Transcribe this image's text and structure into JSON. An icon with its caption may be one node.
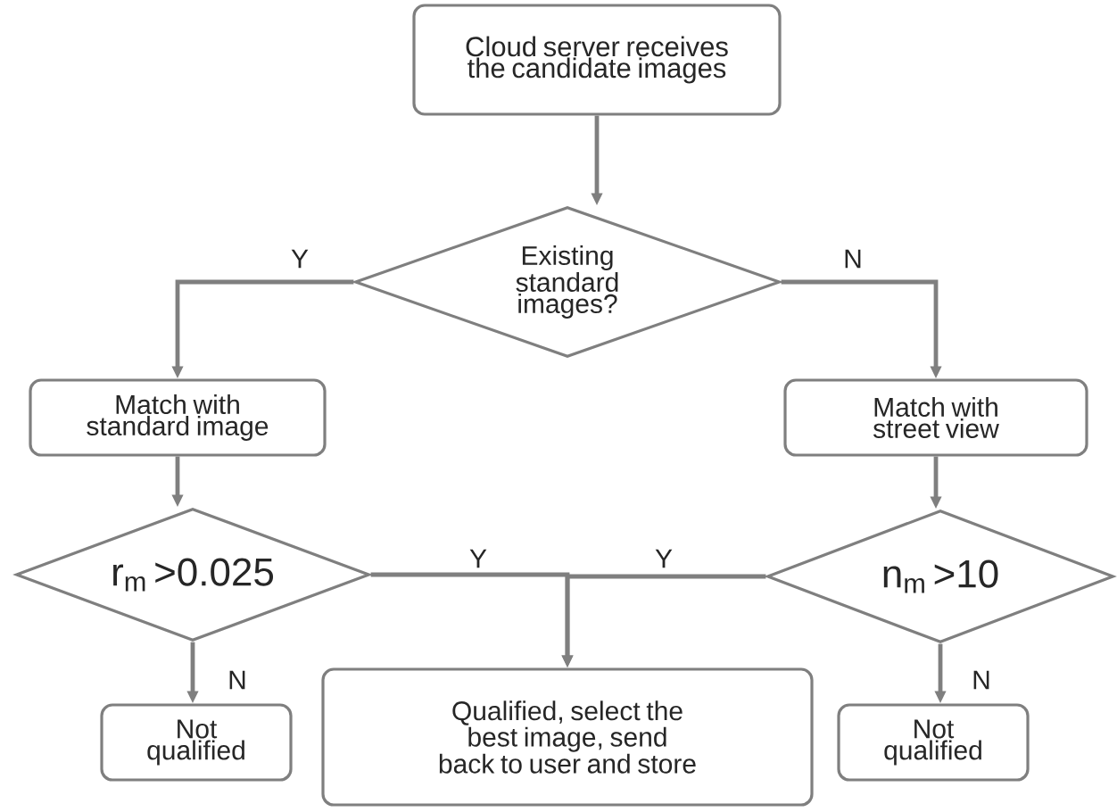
{
  "diagram": {
    "nodes": [
      {
        "text": [
          "Cloud server receives the candidate images"
        ]
      },
      {
        "text": [
          "Existing standard images?"
        ]
      },
      {
        "text": [
          "Match with standard image"
        ]
      },
      {
        "text": [
          "Match with street view"
        ]
      },
      {
        "text": [
          "r$_{m}$ >0.025"
        ]
      },
      {
        "text": [
          "n$_{m}$ >10"
        ]
      },
      {
        "text": [
          "Not qualified"
        ]
      },
      {
        "text": [
          "Qualified, select the best image, send back to user and store"
        ]
      },
      {
        "text": [
          "Not qualified"
        ]
      }
    ],
    "edges": [
      {
        "from": 0,
        "to": 1,
        "arrow": "to"
      },
      {
        "from": 1,
        "to": 2,
        "arrow": "to",
        "label": "Y"
      },
      {
        "from": 1,
        "to": 3,
        "arrow": "to",
        "label": "N"
      },
      {
        "from": 2,
        "to": 4,
        "arrow": "to"
      },
      {
        "from": 3,
        "to": 5,
        "arrow": "to"
      },
      {
        "from": 4,
        "to": 6,
        "arrow": "to",
        "label": "N"
      },
      {
        "from": 4,
        "to": 7,
        "arrow": "to",
        "label": "Y"
      },
      {
        "from": 5,
        "to": 7,
        "arrow": "to",
        "label": "Y"
      },
      {
        "from": 5,
        "to": 8,
        "arrow": "to",
        "label": "N"
      }
    ]
  }
}
